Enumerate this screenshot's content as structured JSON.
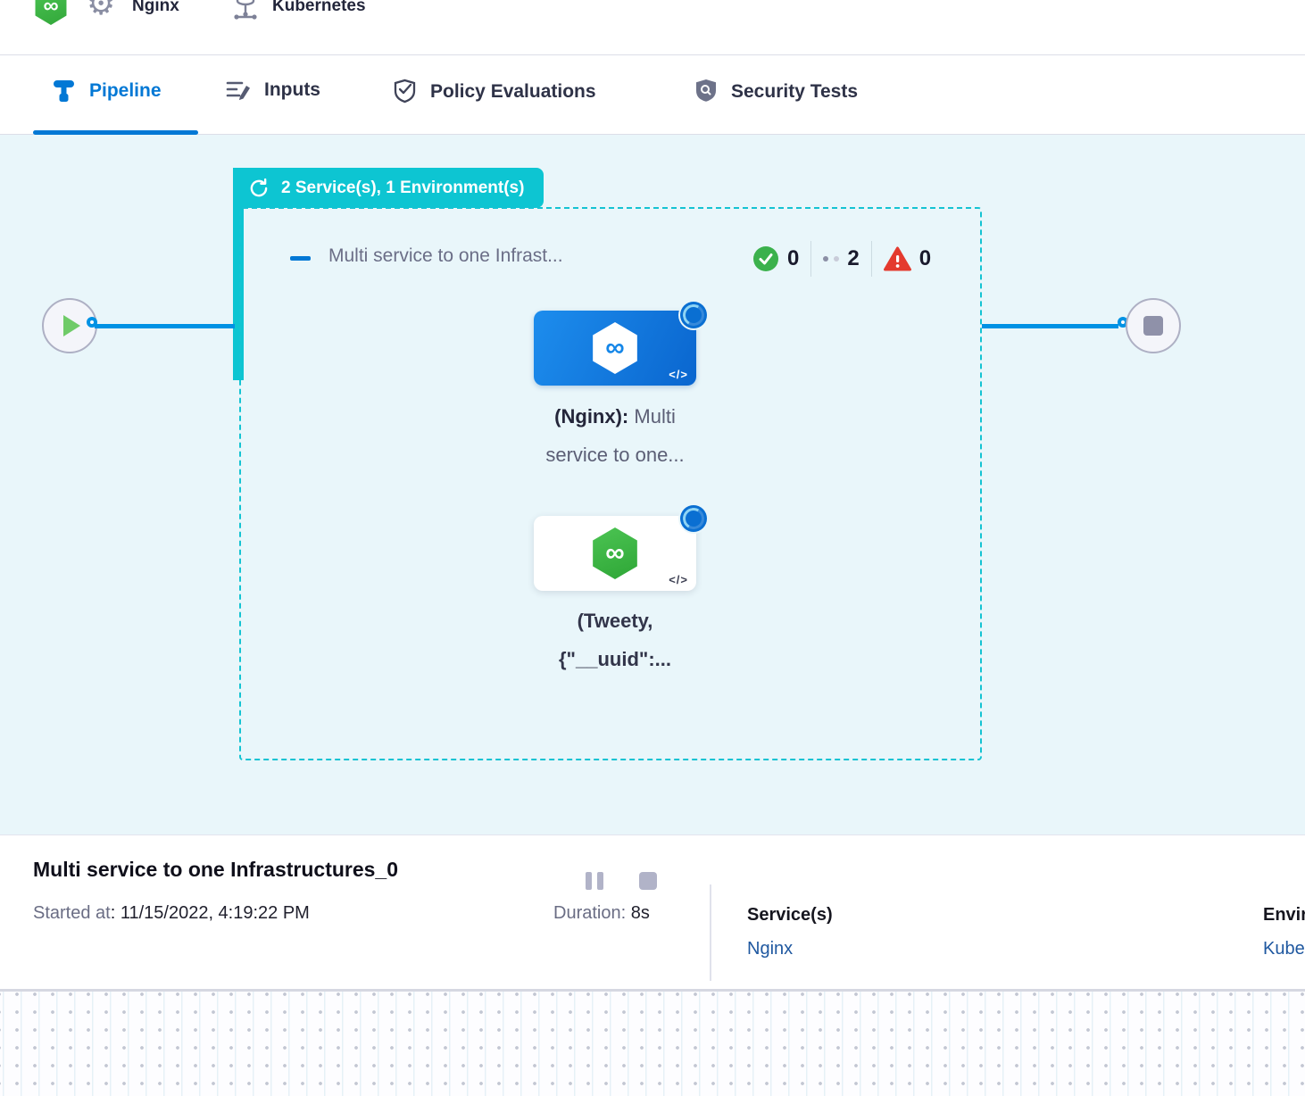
{
  "colors": {
    "teal": "#0dc5d2",
    "primary_blue": "#0278d5",
    "line_blue": "#0092e4",
    "canvas_bg": "#e9f6fa",
    "success_green": "#3bb14c",
    "fail_red": "#e43a2e"
  },
  "header": {
    "service_label": "Nginx",
    "environment_label": "Kubernetes",
    "infinity_glyph": "∞",
    "gear_glyph": "⚙"
  },
  "tabs": [
    {
      "label": "Pipeline",
      "active": true
    },
    {
      "label": "Inputs",
      "active": false
    },
    {
      "label": "Policy Evaluations",
      "active": false
    },
    {
      "label": "Security Tests",
      "active": false
    }
  ],
  "canvas": {
    "badge_label": "2 Service(s), 1 Environment(s)",
    "stage": {
      "title": "Multi service to one Infrast...",
      "success_count": "0",
      "running_count": "2",
      "failed_count": "0"
    },
    "nodes": [
      {
        "label_bold": "(Nginx):",
        "label_rest": " Multi",
        "label_line2": "service to one...",
        "icon": "harness-blue-card"
      },
      {
        "label_bold": "(Tweety,",
        "label_rest": "",
        "label_line2": "{\"__uuid\":...",
        "icon": "harness-green-hex"
      }
    ],
    "code_glyph": "</>",
    "infinity_glyph": "∞"
  },
  "footer": {
    "title": "Multi service to one Infrastructures_0",
    "started_label": "Started at",
    "started_value": ": 11/15/2022, 4:19:22 PM",
    "duration_label": "Duration: ",
    "duration_value": "8s",
    "services_label": "Service(s)",
    "services_value": "Nginx",
    "environments_label": "Environment(s)",
    "environments_value": "Kubernetes"
  }
}
